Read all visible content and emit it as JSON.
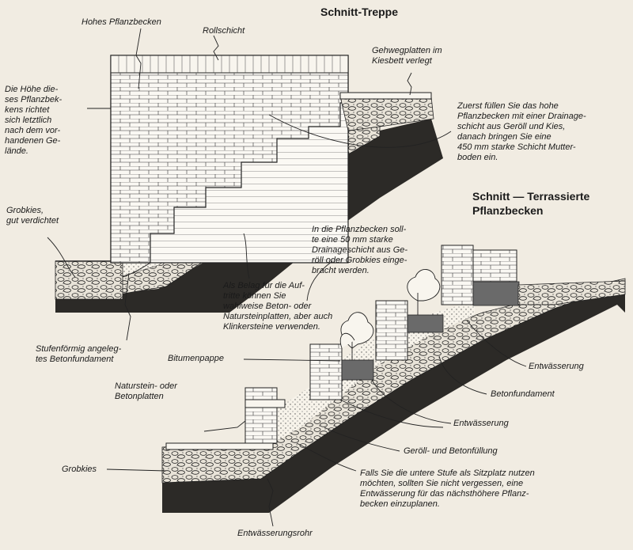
{
  "titles": {
    "top": "Schnitt-Treppe",
    "bottom_line1": "Schnitt — Terrassierte",
    "bottom_line2": "Pflanzbecken"
  },
  "labels": {
    "hohes_pflanzbecken": "Hohes Pflanzbecken",
    "rollschicht": "Rollschicht",
    "gehwegplatten": [
      "Gehwegplatten im",
      "Kiesbett verlegt"
    ],
    "hoehe": [
      "Die Höhe die-",
      "ses Pflanzbek-",
      "kens richtet",
      "sich letztlich",
      "nach dem vor-",
      "handenen Ge-",
      "lände."
    ],
    "zuerst": [
      "Zuerst füllen Sie das hohe",
      "Pflanzbecken mit einer Drainage-",
      "schicht aus Geröll und Kies,",
      "danach bringen Sie eine",
      "450 mm starke Schicht Mutter-",
      "boden ein."
    ],
    "grobkies_verdichtet": [
      "Grobkies,",
      "gut verdichtet"
    ],
    "drainage": [
      "In die Pflanzbecken soll-",
      "te eine 50 mm starke",
      "Drainageschicht aus Ge-",
      "röll oder Grobkies einge-",
      "bracht werden."
    ],
    "belag": [
      "Als Belag für die Auf-",
      "tritte können Sie",
      "wahlweise Beton- oder",
      "Natursteinplatten, aber auch",
      "Klinkersteine verwenden."
    ],
    "stufenfoermig": [
      "Stufenförmig angeleg-",
      "tes Betonfundament"
    ],
    "bitumenpappe": "Bitumenpappe",
    "entwaesserung_1": "Entwässerung",
    "betonfundament": "Betonfundament",
    "naturstein": [
      "Naturstein- oder",
      "Betonplatten"
    ],
    "entwaesserung_2": "Entwässerung",
    "geroell": "Geröll- und Betonfüllung",
    "grobkies": "Grobkies",
    "falls": [
      "Falls Sie die untere Stufe als Sitzplatz nutzen",
      "möchten, sollten Sie nicht vergessen, eine",
      "Entwässerung für das nächsthöhere Pflanz-",
      "becken einzuplanen."
    ],
    "entwaesserungsrohr": "Entwässerungsrohr"
  }
}
